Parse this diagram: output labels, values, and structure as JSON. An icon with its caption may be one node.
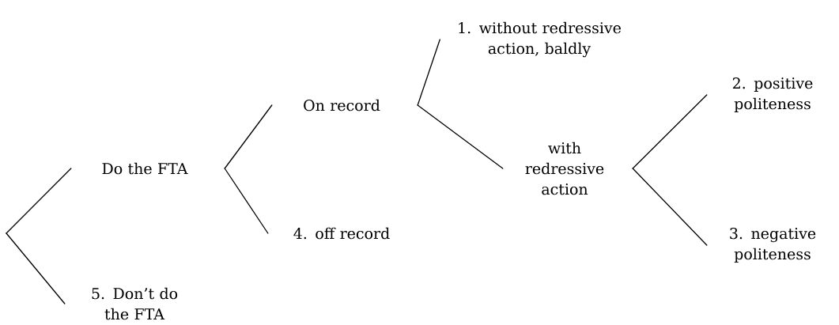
{
  "diagram": {
    "nodes": [
      {
        "text": [
          "Do the FTA"
        ]
      },
      {
        "text": [
          "5. Don’t do the FTA"
        ]
      },
      {
        "text": [
          "On record"
        ]
      },
      {
        "text": [
          "4. off record"
        ]
      },
      {
        "text": [
          "1. without redressive action, baldly"
        ]
      },
      {
        "text": [
          "with redressive action"
        ]
      },
      {
        "text": [
          "2. positive politeness"
        ]
      },
      {
        "text": [
          "3. negative politeness"
        ]
      }
    ],
    "edges": [
      {
        "from": null,
        "to": 0,
        "arrow": "none"
      },
      {
        "from": null,
        "to": 1,
        "arrow": "none"
      },
      {
        "from": 0,
        "to": 2,
        "arrow": "none"
      },
      {
        "from": 0,
        "to": 3,
        "arrow": "none"
      },
      {
        "from": 2,
        "to": 4,
        "arrow": "none"
      },
      {
        "from": 2,
        "to": 5,
        "arrow": "none"
      },
      {
        "from": 5,
        "to": 6,
        "arrow": "none"
      },
      {
        "from": 5,
        "to": 7,
        "arrow": "none"
      }
    ]
  }
}
